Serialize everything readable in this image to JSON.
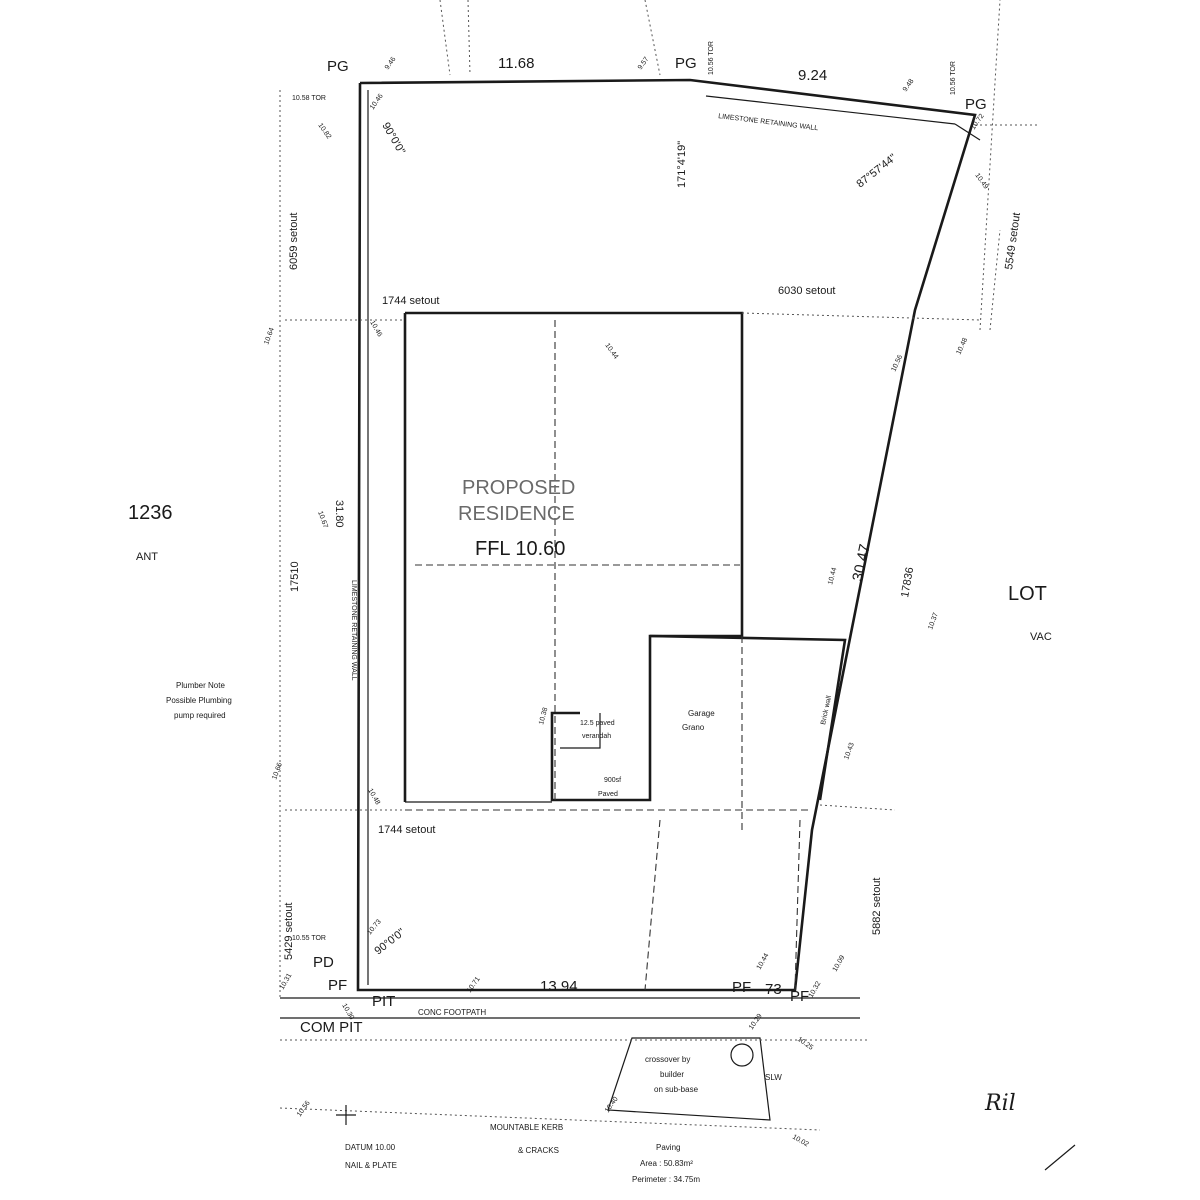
{
  "boundary_marks": {
    "pg_top_left": "PG",
    "pg_top_mid": "PG",
    "pg_top_right": "PG",
    "pd": "PD",
    "pf_left": "PF",
    "pf_mid": "PF",
    "pf_right": "PF"
  },
  "dimensions": {
    "top_left_side": "11.68",
    "top_right_side": "9.24",
    "bottom_side": "13.94",
    "bottom_right_short": "73",
    "right_side": "30.47",
    "left_side": "31.80"
  },
  "angles": {
    "top_left": "90°0'0\"",
    "top_mid": "171°4'19\"",
    "top_right": "87°57'44\"",
    "bottom_left": "90°0'0\""
  },
  "setouts": {
    "left_upper": "6059 setout",
    "right_upper": "5549 setout",
    "front_upper": "1744 setout",
    "side_right_upper": "6030 setout",
    "front_lower": "1744 setout",
    "left_lower": "5429 setout",
    "right_lower": "5882 setout",
    "left_depth": "17510",
    "right_depth": "17836"
  },
  "walls": {
    "limestone_top": "LIMESTONE RETAINING WALL",
    "limestone_left": "LIMESTONE RETAINING WALL"
  },
  "residence": {
    "line1": "PROPOSED",
    "line2": "RESIDENCE",
    "line3": "FFL 10.60"
  },
  "garage": {
    "label": "Garage",
    "sub": "Grano"
  },
  "verandah": {
    "line1": "12.5 paved",
    "line2": "verandah"
  },
  "patio": {
    "line1": "900sf",
    "line2": "Paved"
  },
  "brick_wall": "Brick wall",
  "levels": {
    "l1": "10.58 TOR",
    "l2": "10.56 TOR",
    "l3": "10.56 TOR",
    "l4": "10.55 TOR",
    "l5": "9.46",
    "l6": "9.57",
    "l7": "9.48",
    "l8": "10.46",
    "l9": "10.82",
    "l10": "10.72",
    "l11": "10.44",
    "l12": "10.49",
    "l13": "10.46",
    "l14": "10.56",
    "l15": "10.48",
    "l16": "10.64",
    "l17": "10.67",
    "l18": "10.66",
    "l19": "10.48",
    "l20": "10.73",
    "l21": "10.31",
    "l22": "10.30",
    "l23": "10.38",
    "l24": "10.71",
    "l25": "10.44",
    "l26": "10.37",
    "l27": "10.43",
    "l28": "10.32",
    "l29": "10.09",
    "l30": "10.29",
    "l31": "10.25",
    "l32": "10.44",
    "l33": "10.56",
    "l34": "10.40",
    "l35": "10.02"
  },
  "neighbours": {
    "left_lot": "1236",
    "left_lot_sub": "ANT",
    "right_lot": "LOT",
    "right_lot_sub": "VAC"
  },
  "plumber_note": {
    "line1": "Plumber Note",
    "line2": "Possible Plumbing",
    "line3": "pump required"
  },
  "street": {
    "pit": "PIT",
    "com_pit": "COM PIT",
    "footpath": "CONC FOOTPATH",
    "kerb": "MOUNTABLE KERB",
    "cracks": "& CRACKS",
    "datum": "DATUM 10.00",
    "nail": "NAIL & PLATE",
    "slw": "SLW"
  },
  "crossover": {
    "line1": "crossover by",
    "line2": "builder",
    "line3": "on sub-base",
    "paving": "Paving",
    "area": "Area : 50.83m²",
    "perimeter": "Perimeter : 34.75m"
  },
  "handwriting": "Ril"
}
